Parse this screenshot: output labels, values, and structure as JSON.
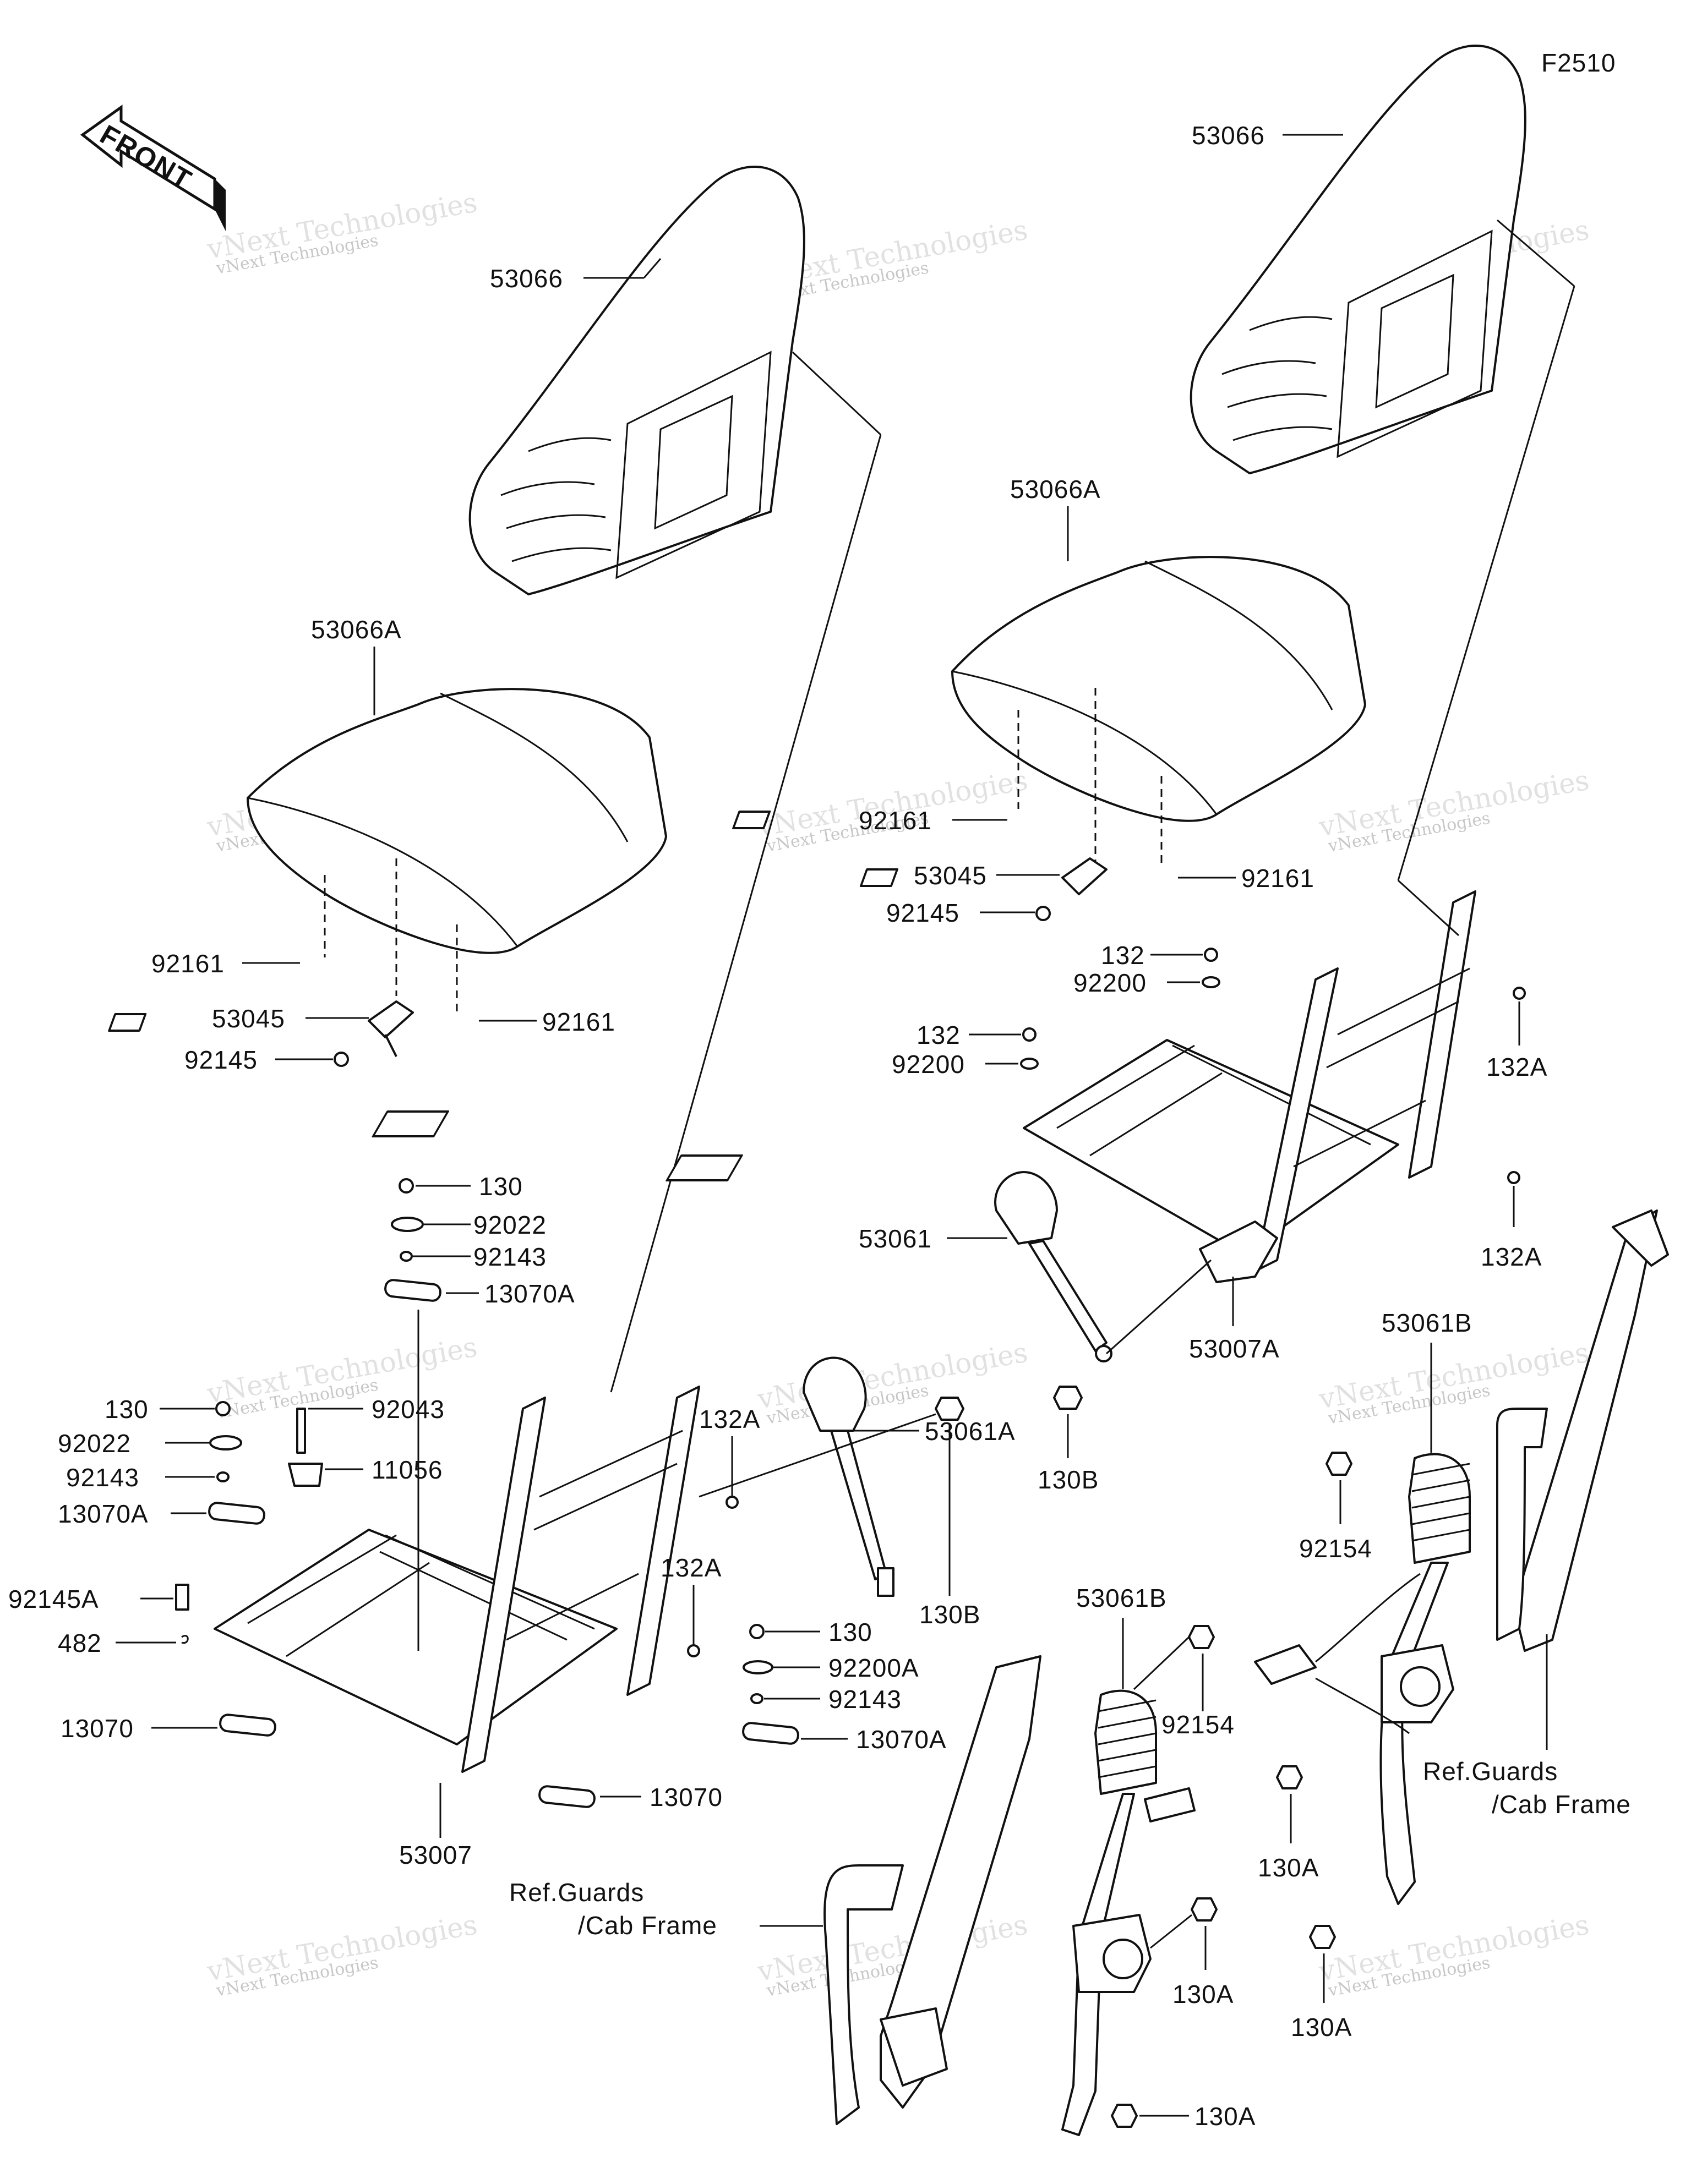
{
  "figure_id": "F2510",
  "front_arrow": {
    "text": "FRONT"
  },
  "watermark": {
    "line1": "vNext Technologies",
    "line2": "Technologies"
  },
  "ref_labels": {
    "left": [
      "Ref.Guards",
      "/Cab Frame"
    ],
    "right": [
      "Ref.Guards",
      "/Cab Frame"
    ]
  },
  "parts": {
    "53066": "53066",
    "53066A": "53066A",
    "92161": "92161",
    "53045": "53045",
    "92145": "92145",
    "130": "130",
    "92022": "92022",
    "92143": "92143",
    "13070A": "13070A",
    "92043": "92043",
    "11056": "11056",
    "92145A": "92145A",
    "482": "482",
    "13070": "13070",
    "53007": "53007",
    "132A": "132A",
    "53061A": "53061A",
    "130B": "130B",
    "92200A": "92200A",
    "53061B": "53061B",
    "92154": "92154",
    "130A": "130A",
    "132": "132",
    "92200": "92200",
    "53061": "53061",
    "53007A": "53007A"
  }
}
